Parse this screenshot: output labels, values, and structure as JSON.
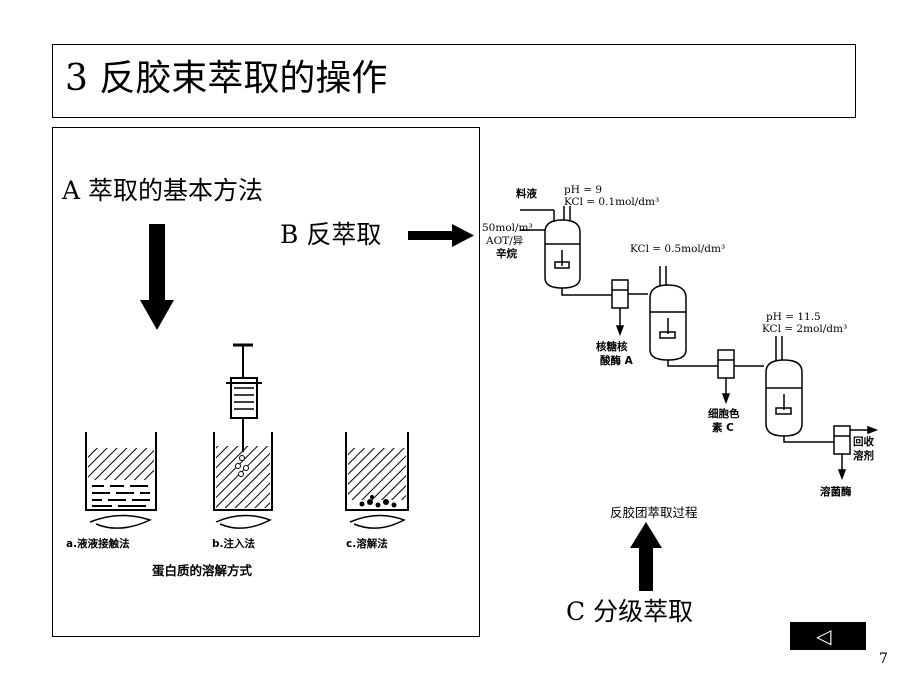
{
  "slide": {
    "title": "3  反胶束萃取的操作",
    "page_number": "7"
  },
  "section_a": {
    "heading": "A  萃取的基本方法",
    "methods": [
      {
        "label": "a.液液接触法"
      },
      {
        "label": "b.注入法"
      },
      {
        "label": "c.溶解法"
      }
    ],
    "caption": "蛋白质的溶解方式"
  },
  "section_b": {
    "heading": "B 反萃取",
    "feed_label": "料液",
    "feed_conditions": [
      "pH = 9",
      "KCl = 0.1mol/dm³"
    ],
    "solvent_label": [
      "50mol/m³",
      "AOT/异",
      "辛烷"
    ],
    "stage2_conditions": "KCl = 0.5mol/dm³",
    "stage3_conditions": [
      "pH = 11.5",
      "KCl = 2mol/dm³"
    ],
    "output1": [
      "核糖核",
      "酸酶 A"
    ],
    "output2": [
      "细胞色",
      "素 C"
    ],
    "output3": "溶菌酶",
    "recycle": [
      "回收",
      "溶剂"
    ],
    "caption": "反胶团萃取过程"
  },
  "section_c": {
    "heading": "C  分级萃取"
  },
  "nav": {
    "back_symbol": "◁"
  }
}
